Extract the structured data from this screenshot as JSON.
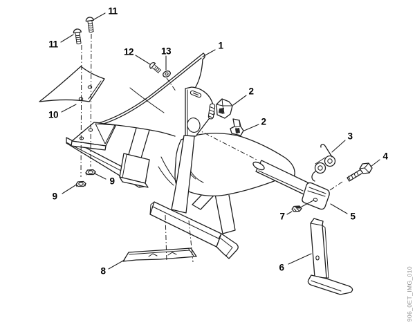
{
  "figure": {
    "type": "exploded-parts-diagram",
    "id_label": "906_0ET_IMG_010",
    "background_color": "#ffffff",
    "line_color": "#1c1c1c",
    "callout_color": "#000000",
    "id_label_color": "#8c8c8c"
  },
  "callouts": [
    {
      "label": "1",
      "part": "moldboard-blade"
    },
    {
      "label": "2",
      "part": "clamp-upper"
    },
    {
      "label": "2",
      "part": "clamp-lower"
    },
    {
      "label": "3",
      "part": "tension-spring"
    },
    {
      "label": "4",
      "part": "hex-bolt"
    },
    {
      "label": "5",
      "part": "axle-bracket"
    },
    {
      "label": "6",
      "part": "depth-stand"
    },
    {
      "label": "7",
      "part": "lock-nut"
    },
    {
      "label": "8",
      "part": "share-blade"
    },
    {
      "label": "9",
      "part": "hex-nut-right"
    },
    {
      "label": "9",
      "part": "hex-nut-left"
    },
    {
      "label": "10",
      "part": "wing-plate"
    },
    {
      "label": "11",
      "part": "screw-right"
    },
    {
      "label": "11",
      "part": "screw-left"
    },
    {
      "label": "12",
      "part": "fastening-screw"
    },
    {
      "label": "13",
      "part": "washer"
    }
  ]
}
